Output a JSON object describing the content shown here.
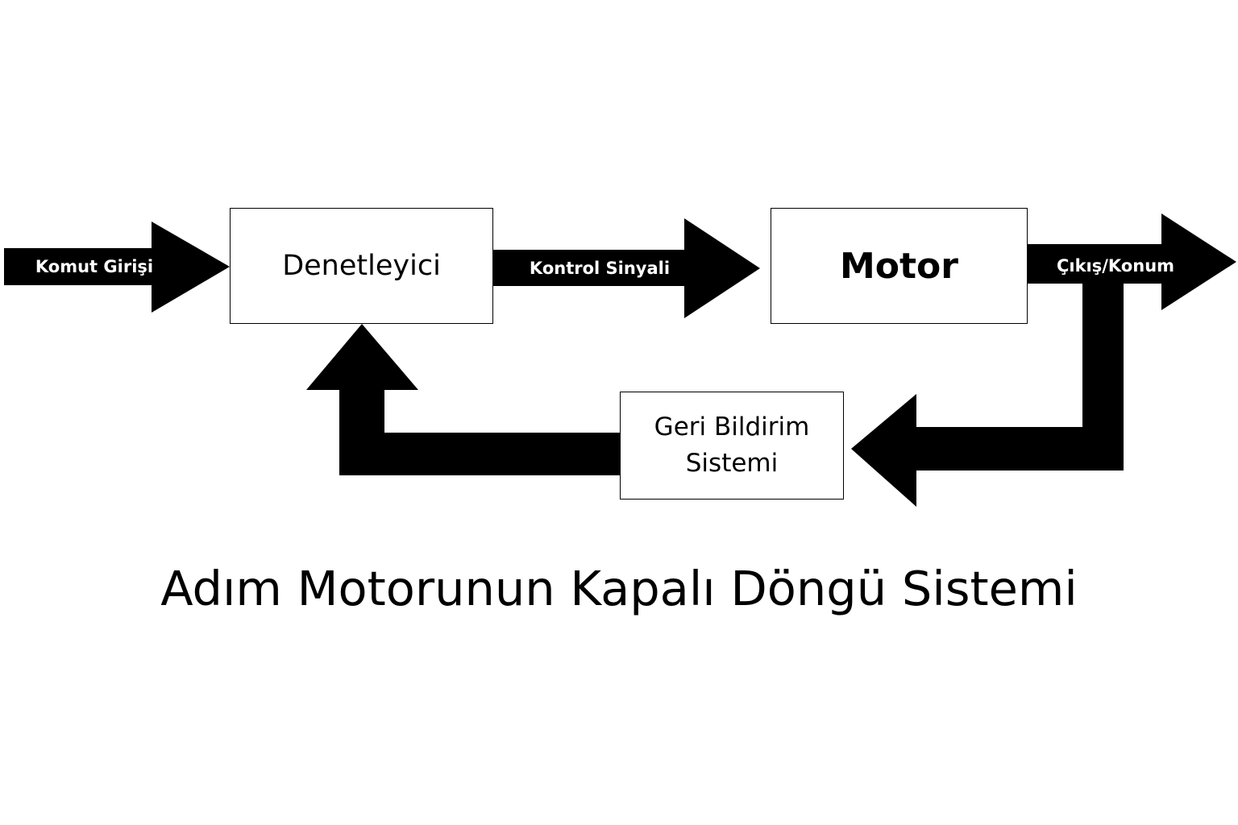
{
  "diagram": {
    "blocks": {
      "controller": "Denetleyici",
      "motor": "Motor",
      "feedback_line1": "Geri Bildirim",
      "feedback_line2": "Sistemi"
    },
    "signals": {
      "input": "Komut Girişi",
      "control": "Kontrol Sinyali",
      "output": "Çıkış/Konum"
    },
    "title": "Adım Motorunun Kapalı Döngü Sistemi",
    "colors": {
      "arrow": "#000000",
      "block_border": "#000000",
      "background": "#ffffff",
      "arrow_text": "#ffffff"
    }
  }
}
